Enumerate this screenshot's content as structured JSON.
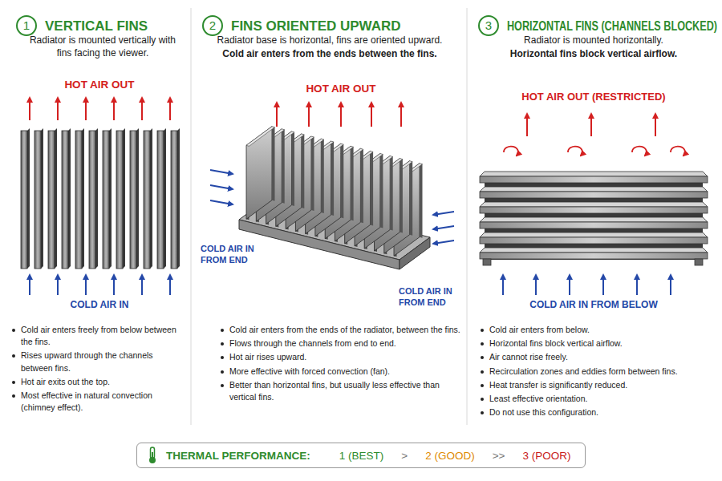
{
  "diagram": {
    "nodes": [
      {
        "text": [
          "1",
          "VERTICAL FINS"
        ]
      },
      {
        "text": [
          "2",
          "FINS ORIENTED UPWARD"
        ]
      },
      {
        "text": [
          "3",
          "HORIZONTAL FINS (CHANNELS BLOCKED)"
        ]
      },
      {
        "text": [
          "THERMAL PERFORMANCE:",
          "1 (BEST)",
          ">",
          "2 (GOOD)",
          ">>",
          "3 (POOR)"
        ]
      }
    ],
    "labels": [
      "Radiator is mounted vertically with fins facing the viewer.",
      "HOT AIR OUT",
      "COLD AIR IN",
      "Cold air enters freely from below between the fins.",
      "Rises upward through the channels between fins.",
      "Hot air exits out the top.",
      "Most effective in natural convection (chimney effect).",
      "Radiator base is horizontal, fins are oriented upward.",
      "Cold air enters from the ends between the fins.",
      "HOT AIR OUT",
      "COLD AIR IN FROM END",
      "COLD AIR IN FROM END",
      "Cold air enters from the ends of the radiator, between the fins.",
      "Flows through the channels from end to end.",
      "Hot air rises upward.",
      "More effective with forced convection (fan).",
      "Better than horizontal fins, but usually less effective than vertical fins.",
      "Radiator is mounted horizontally.",
      "Horizontal fins block vertical airflow.",
      "HOT AIR OUT (RESTRICTED)",
      "COLD AIR IN FROM BELOW",
      "Cold air enters from below.",
      "Horizontal fins block vertical airflow.",
      "Air cannot rise freely.",
      "Recirculation zones and eddies form between fins.",
      "Heat transfer is significantly reduced.",
      "Least effective orientation.",
      "Do not use this configuration."
    ]
  }
}
